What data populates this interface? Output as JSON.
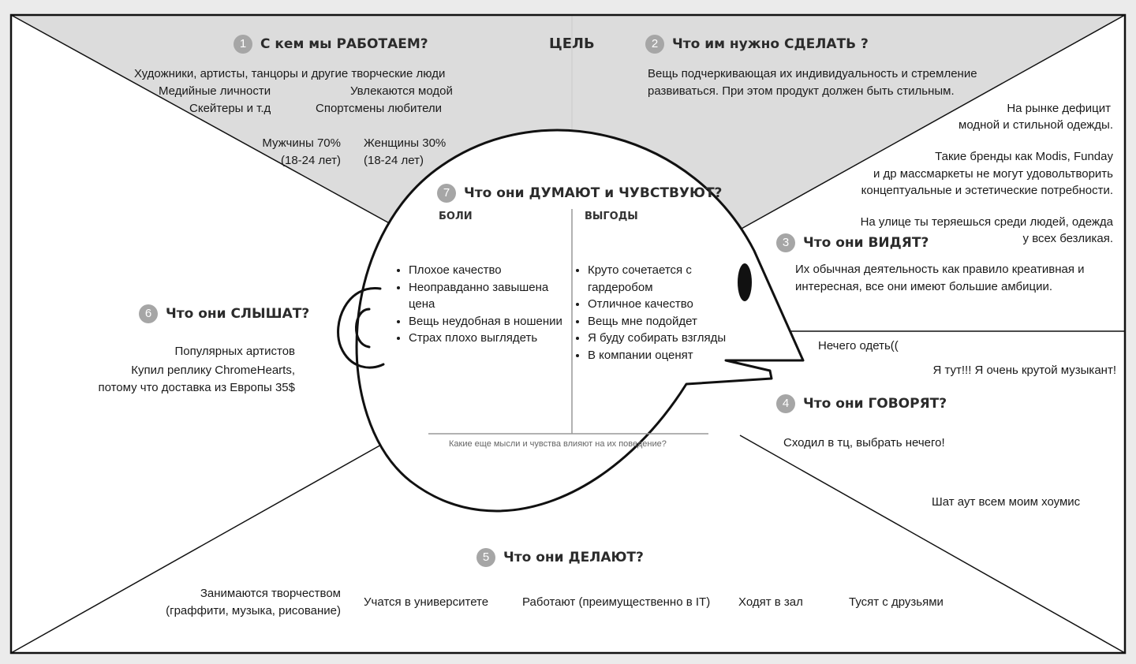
{
  "goal": {
    "title": "ЦЕЛЬ"
  },
  "sections": {
    "who": {
      "num": "1",
      "title": "С кем мы РАБОТАЕМ?",
      "lines": [
        "Художники, артисты, танцоры и другие творческие люди",
        "Медийные личности",
        "Увлекаются модой",
        "Скейтеры и т.д",
        "Спортсмены любители",
        "Мужчины 70%",
        "(18-24 лет)",
        "Женщины 30%",
        "(18-24 лет)"
      ]
    },
    "do": {
      "num": "2",
      "title": "Что им нужно СДЕЛАТЬ ?",
      "lines": [
        "Вещь подчеркивающая их индивидуальность и стремление",
        "развиваться. При этом продукт должен быть стильным.",
        "На рынке дефицит",
        "модной и стильной одежды.",
        "Такие бренды как Modis, Funday",
        "и др массмаркеты не могут удовольтворить",
        "концептуальные и эстетические потребности.",
        "На улице ты теряешься среди людей, одежда",
        "у всех безликая."
      ]
    },
    "see": {
      "num": "3",
      "title": "Что они ВИДЯТ?",
      "lines": [
        "Их обычная деятельность как правило креативная и",
        "интересная, все они имеют большие амбиции."
      ]
    },
    "say": {
      "num": "4",
      "title": "Что они ГОВОРЯТ?",
      "lines": [
        "Нечего одеть((",
        "Я тут!!! Я очень крутой музыкант!",
        "Сходил в тц, выбрать нечего!",
        "Шат аут всем моим хоумис"
      ]
    },
    "act": {
      "num": "5",
      "title": "Что они ДЕЛАЮТ?",
      "lines": [
        "Занимаются творчеством",
        "(граффити, музыка, рисование)",
        "Учатся в университете",
        "Работают (преимущественно в IT)",
        "Ходят в зал",
        "Тусят с друзьями"
      ]
    },
    "hear": {
      "num": "6",
      "title": "Что они СЛЫШАТ?",
      "lines": [
        "Популярных артистов",
        "Купил реплику ChromeHearts,",
        "потому что доставка из Европы 35$"
      ]
    },
    "think": {
      "num": "7",
      "title": "Что они ДУМАЮТ и ЧУВСТВУЮТ?",
      "pains_title": "БОЛИ",
      "gains_title": "ВЫГОДЫ",
      "pains": [
        "Плохое качество",
        "Неоправданно завышена цена",
        "Вещь неудобная в ношении",
        "Страх плохо выглядеть"
      ],
      "gains": [
        "Круто сочетается с гардеробом",
        "Отличное качество",
        "Вещь мне подойдет",
        "Я буду собирать взгляды",
        "В компании оценят"
      ],
      "footer": "Какие еще мысли и чувства влияют на их поведение?"
    }
  },
  "colors": {
    "background": "#ebebeb",
    "board": "#ffffff",
    "top_zone": "#dcdcdc",
    "line": "#111111",
    "badge": "#a6a6a6"
  }
}
